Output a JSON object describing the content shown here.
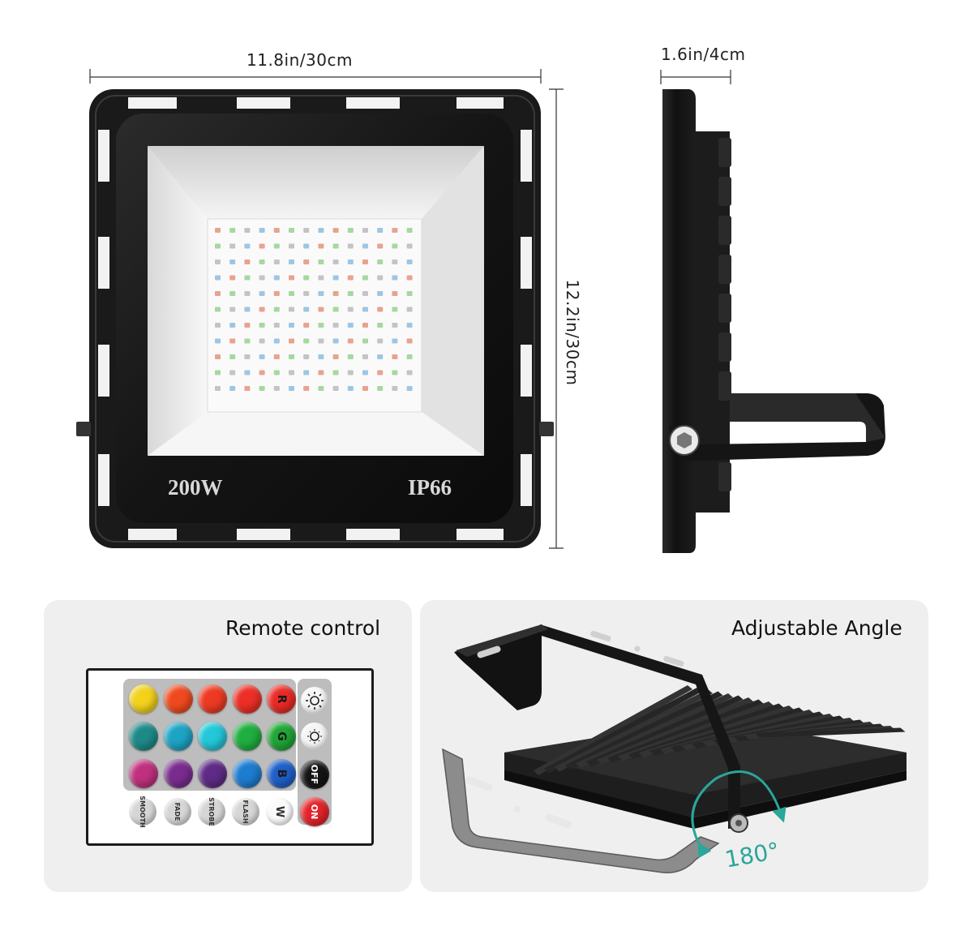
{
  "dimensions": {
    "front_width": "11.8in/30cm",
    "front_height": "12.2in/30cm",
    "side_depth": "1.6in/4cm"
  },
  "front_light": {
    "wattage": "200W",
    "ip_rating": "IP66"
  },
  "remote_panel": {
    "title": "Remote control",
    "color_rows": [
      [
        "#f3d21c",
        "#ef4a1f",
        "#ee3a22",
        "#ec2f26"
      ],
      [
        "#1d8a88",
        "#1da3c4",
        "#22c7d8",
        "#1fae3f"
      ],
      [
        "#c0307e",
        "#7a2c8e",
        "#5e2b86",
        "#1c7cd0"
      ]
    ],
    "channel_buttons": [
      {
        "label": "R",
        "color": "#ea2a26"
      },
      {
        "label": "G",
        "color": "#1fa636"
      },
      {
        "label": "B",
        "color": "#1f5fc9"
      }
    ],
    "mode_buttons": [
      "SMOOTH",
      "FADE",
      "STROBE",
      "FLASH"
    ],
    "white_button": "W",
    "off_button": "OFF",
    "on_button": "ON",
    "brightness_icons": [
      "brightness-up-icon",
      "brightness-down-icon"
    ]
  },
  "angle_panel": {
    "title": "Adjustable Angle",
    "angle": "180°",
    "accent_color": "#2aa69a"
  }
}
